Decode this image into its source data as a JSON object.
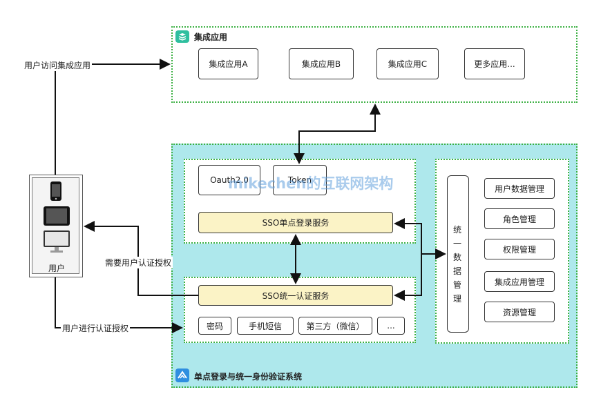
{
  "integrated": {
    "title": "集成应用",
    "apps": [
      "集成应用A",
      "集成应用B",
      "集成应用C",
      "更多应用..."
    ]
  },
  "sso_system": {
    "title": "单点登录与统一身份验证系统",
    "protocols": [
      "Oauth2.0",
      "Token"
    ],
    "sso_login": "SSO单点登录服务",
    "sso_auth": "SSO统一认证服务",
    "auth_methods": [
      "密码",
      "手机短信",
      "第三方（微信）",
      "..."
    ],
    "data_mgmt_vertical": [
      "统",
      "一",
      "数",
      "据",
      "管",
      "理"
    ],
    "mgmt_items": [
      "用户数据管理",
      "角色管理",
      "权限管理",
      "集成应用管理",
      "资源管理"
    ]
  },
  "user": {
    "label": "用户"
  },
  "edges": {
    "access": "用户访问集成应用",
    "need_auth": "需要用户认证授权",
    "do_auth": "用户进行认证授权"
  },
  "watermark": "mikechen的互联网架构",
  "colors": {
    "dotted_border": "#3cb043",
    "sso_bg": "#aee8ec",
    "yellow": "#fbf3c6",
    "watermark": "#63a0dc"
  }
}
